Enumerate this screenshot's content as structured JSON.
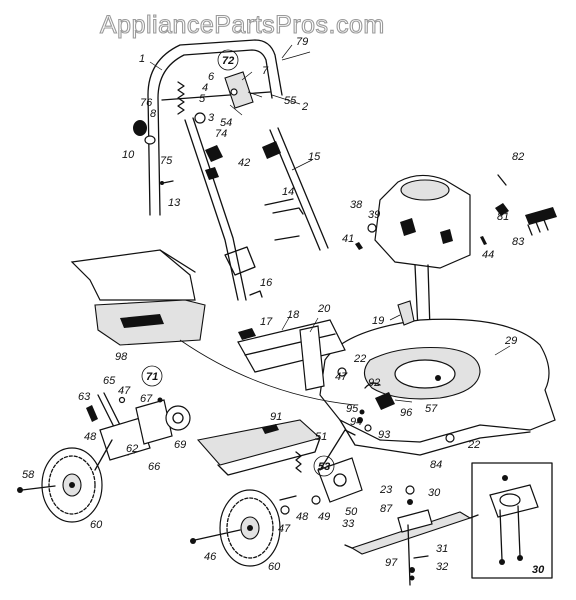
{
  "watermark": "AppliancePartsPros.com",
  "parts": {
    "p1": "1",
    "p2": "2",
    "p3": "3",
    "p4": "4",
    "p5": "5",
    "p6": "6",
    "p7": "7",
    "p8": "8",
    "p10": "10",
    "p13": "13",
    "p14": "14",
    "p15": "15",
    "p16": "16",
    "p17": "17",
    "p18": "18",
    "p19": "19",
    "p20": "20",
    "p22a": "22",
    "p22b": "22",
    "p23": "23",
    "p29": "29",
    "p30a": "30",
    "p30b": "30",
    "p31": "31",
    "p32": "32",
    "p33": "33",
    "p38": "38",
    "p39": "39",
    "p41": "41",
    "p42": "42",
    "p44": "44",
    "p46": "46",
    "p47a": "47",
    "p47b": "47",
    "p47c": "47",
    "p48a": "48",
    "p48b": "48",
    "p49": "49",
    "p50": "50",
    "p51": "51",
    "p53": "53",
    "p54": "54",
    "p55": "55",
    "p57": "57",
    "p58": "58",
    "p60a": "60",
    "p60b": "60",
    "p62": "62",
    "p63": "63",
    "p65": "65",
    "p66": "66",
    "p67": "67",
    "p69": "69",
    "p71": "71",
    "p72": "72",
    "p74": "74",
    "p75": "75",
    "p76": "76",
    "p79": "79",
    "p81": "81",
    "p82": "82",
    "p83": "83",
    "p84": "84",
    "p87": "87",
    "p91": "91",
    "p92": "92",
    "p93": "93",
    "p94": "94",
    "p95": "95",
    "p96": "96",
    "p97": "97",
    "p98": "98"
  }
}
